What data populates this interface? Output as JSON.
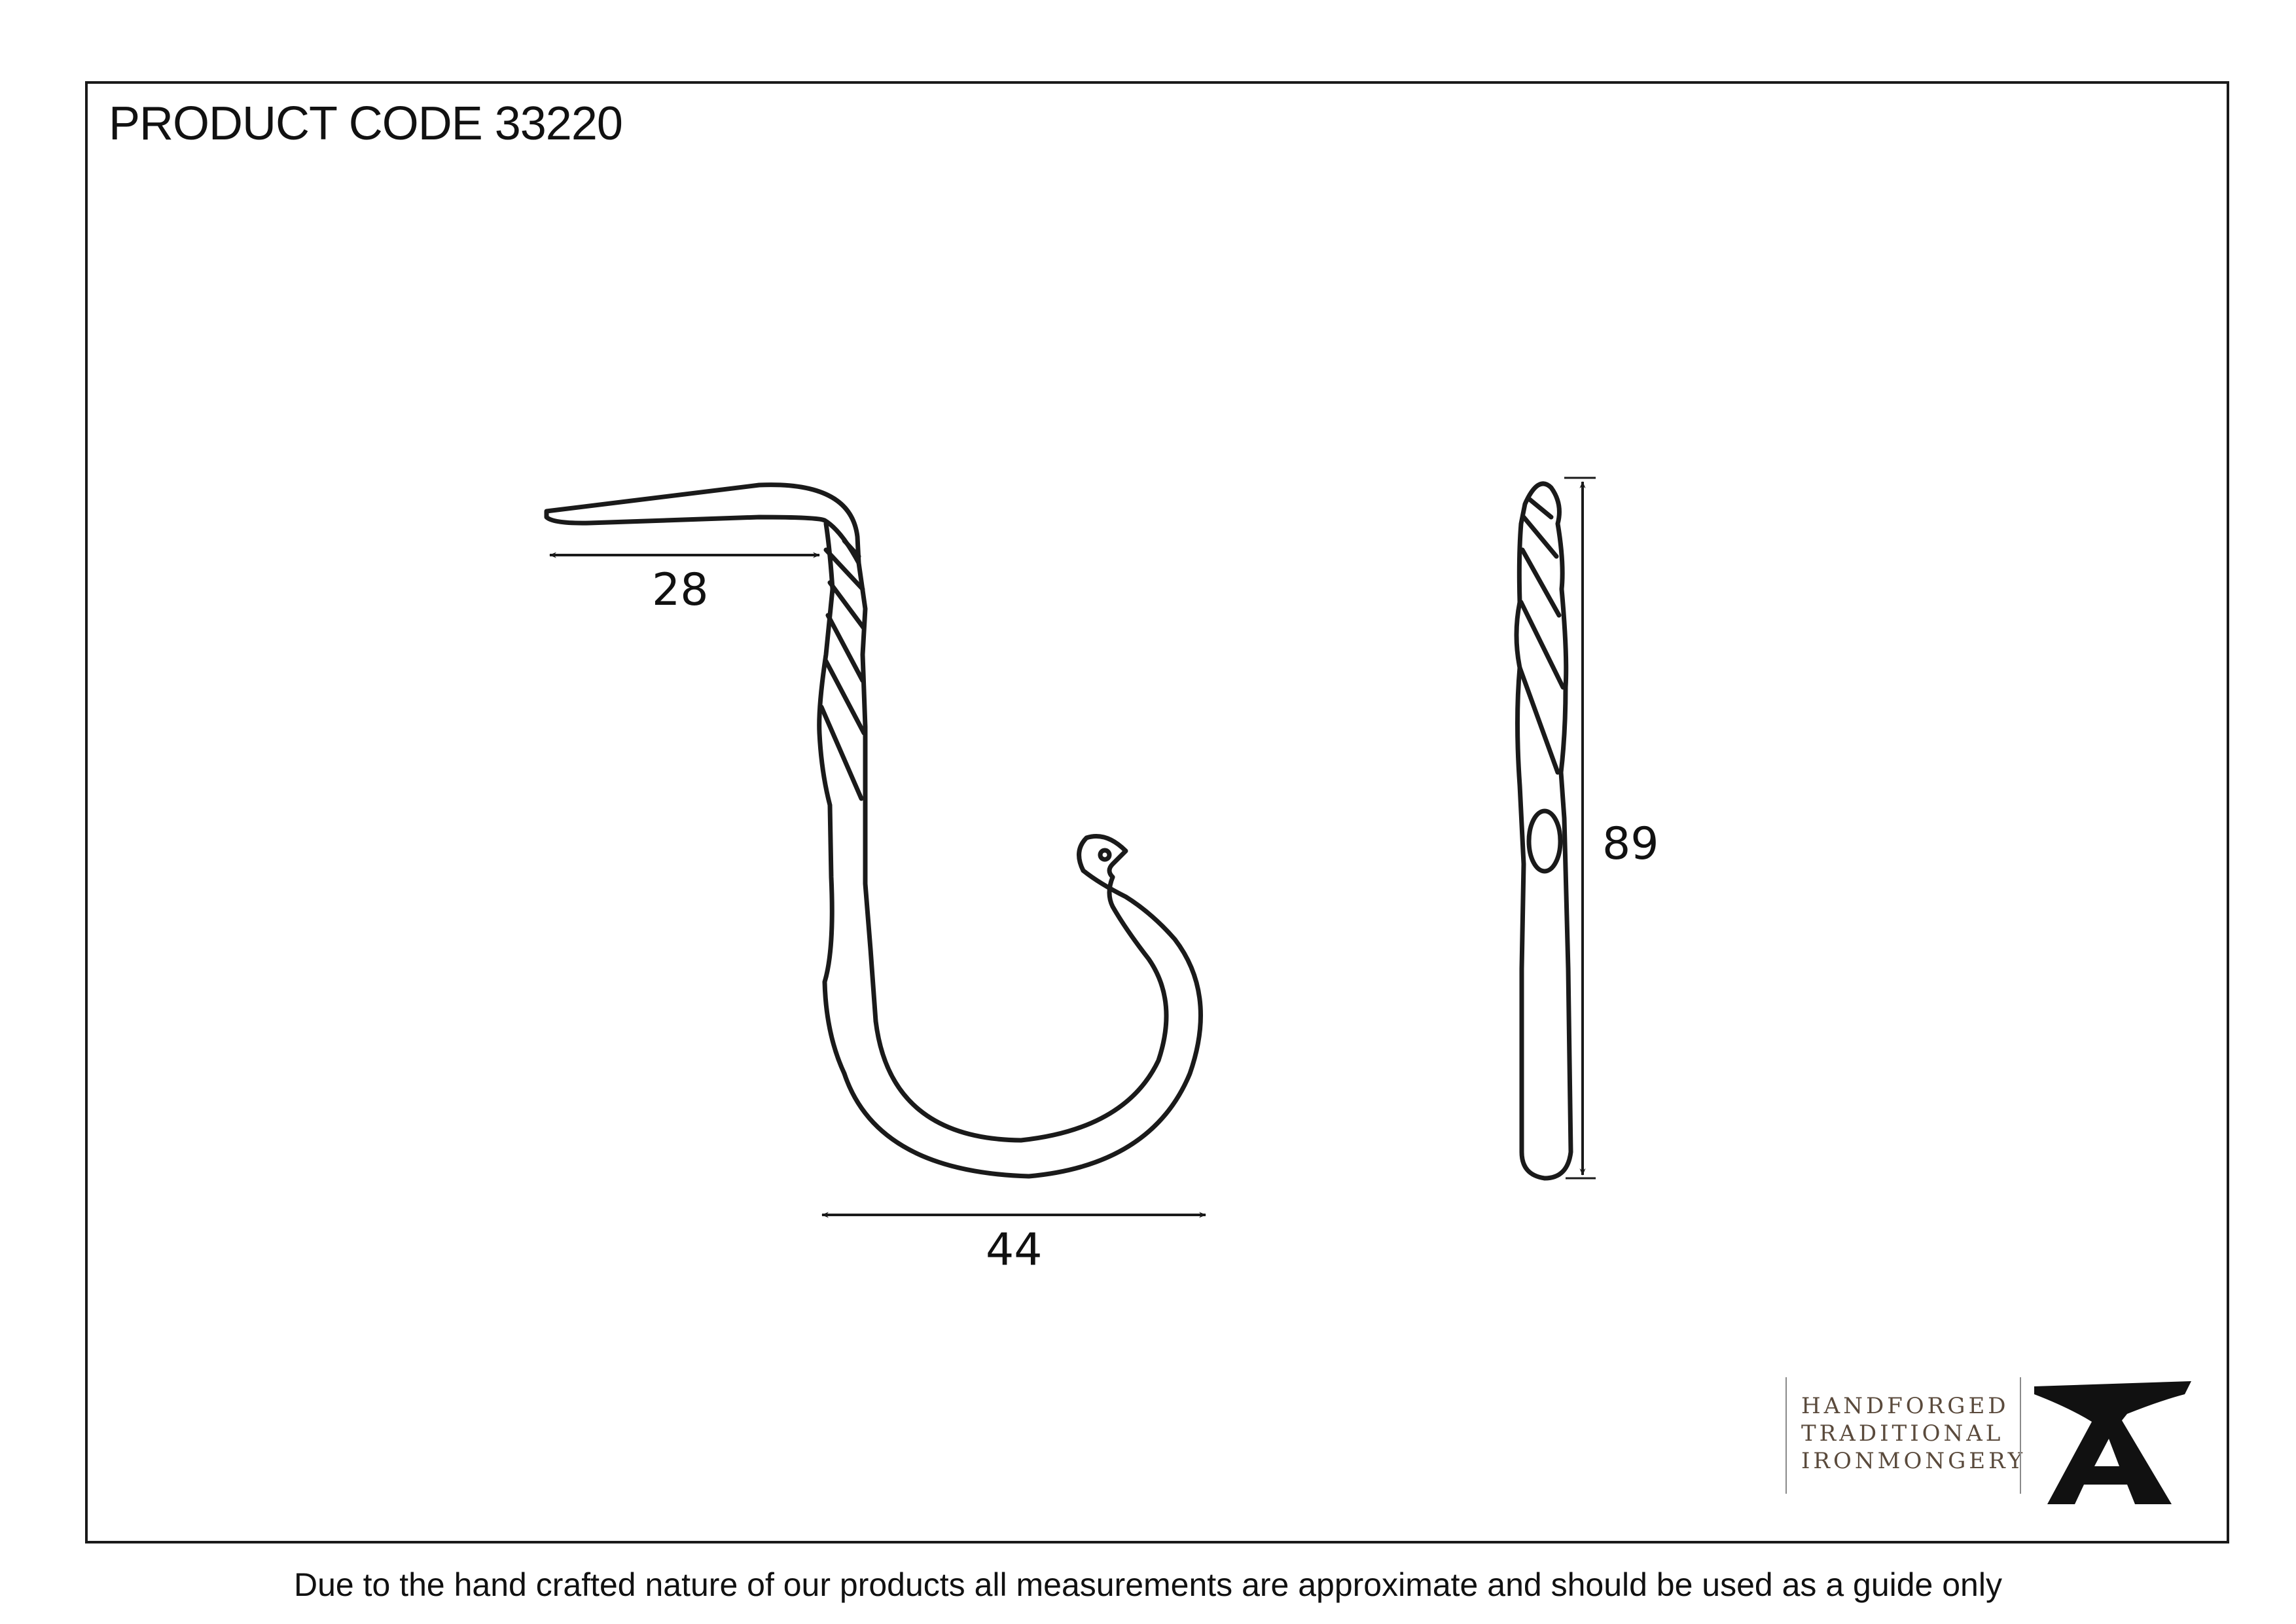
{
  "header": {
    "product_code": "PRODUCT CODE 33220"
  },
  "dimensions": {
    "spike_length": "28",
    "hook_width": "44",
    "overall_height": "89"
  },
  "branding": {
    "line1": "HANDFORGED",
    "line2": "TRADITIONAL",
    "line3": "IRONMONGERY",
    "logo_icon": "anvil-a-logo",
    "text_color": "#5a4a3c"
  },
  "footer": {
    "disclaimer": "Due to the hand crafted nature of our products all measurements are approximate and should be used as a guide only"
  },
  "colors": {
    "line": "#1a1a1a",
    "background": "#ffffff"
  }
}
